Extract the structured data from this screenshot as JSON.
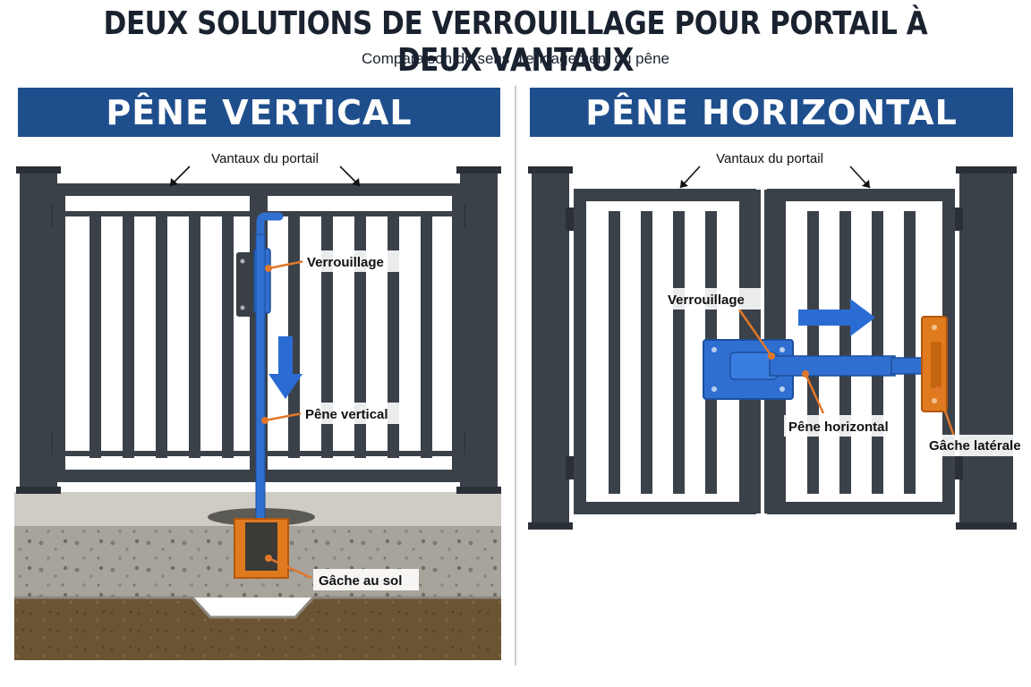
{
  "header": {
    "title": "DEUX SOLUTIONS DE VERROUILLAGE POUR PORTAIL À DEUX VANTAUX",
    "subtitle": "Comparaison du sens d’engagement du pêne"
  },
  "left_panel": {
    "banner": "PÊNE VERTICAL",
    "labels": {
      "vantaux": "Vantaux du portail",
      "verrouillage": "Verrouillage",
      "pene": "Pêne vertical",
      "gache": "Gâche au sol"
    }
  },
  "right_panel": {
    "banner": "PÊNE HORIZONTAL",
    "labels": {
      "vantaux": "Vantaux du portail",
      "verrouillage": "Verrouillage",
      "pene": "Pêne horizontal",
      "gache": "Gâche latérale"
    }
  },
  "colors": {
    "banner": "#1f4e8c",
    "gate_metal": "#3b4149",
    "bolt_blue": "#2f6fd0",
    "arrow_blue": "#2b6cd4",
    "strike_orange": "#e07a1f",
    "leader_orange": "#e0782a",
    "concrete": "#c9c6c0",
    "soil": "#6b5432"
  }
}
